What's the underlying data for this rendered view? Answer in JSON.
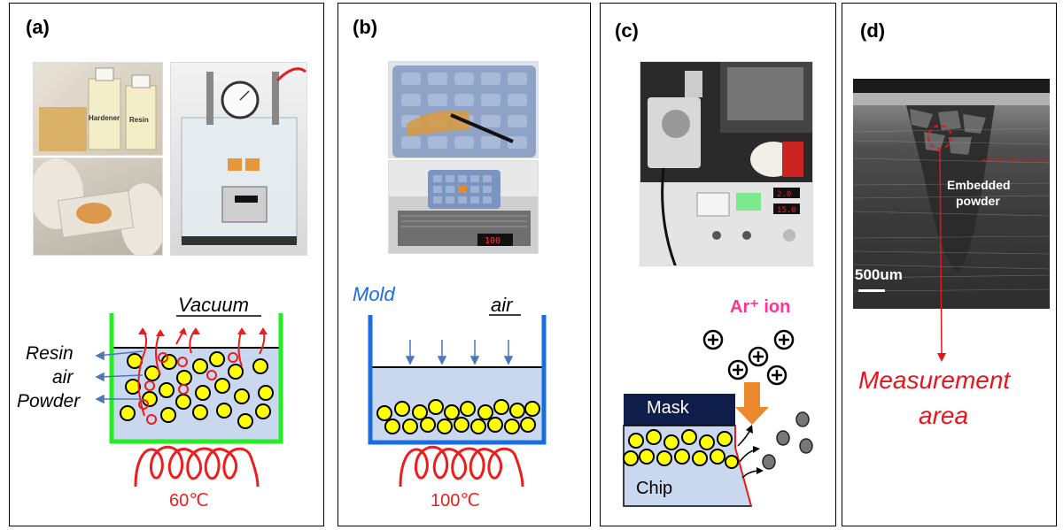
{
  "panels": {
    "a": {
      "label": "(a)",
      "vacuum": "Vacuum",
      "resin": "Resin",
      "air": "air",
      "powder": "Powder",
      "temp": "60℃",
      "hardener_label": "Hardener",
      "resin_bottle_label": "Resin"
    },
    "b": {
      "label": "(b)",
      "mold": "Mold",
      "air": "air",
      "temp": "100℃",
      "display": "100"
    },
    "c": {
      "label": "(c)",
      "ar_ion": "Ar⁺ ion",
      "mask": "Mask",
      "chip": "Chip"
    },
    "d": {
      "label": "(d)",
      "embedded": "Embedded\npowder",
      "embedded_l1": "Embedded",
      "embedded_l2": "powder",
      "scale": "500um",
      "measurement_l1": "Measurement",
      "measurement_l2": "area"
    }
  },
  "colors": {
    "container_green": "#22ee22",
    "container_blue": "#1a6de0",
    "particle_yellow": "#ffff00",
    "fluid": "#c9d8ee",
    "heater_red": "#ee1c1c",
    "air_arrow": "#4a78b8",
    "ar_label": "#ff3399",
    "mask_navy": "#0e1d4a",
    "orange_arrow": "#ea8a2c",
    "measure_red": "#e8141c"
  }
}
